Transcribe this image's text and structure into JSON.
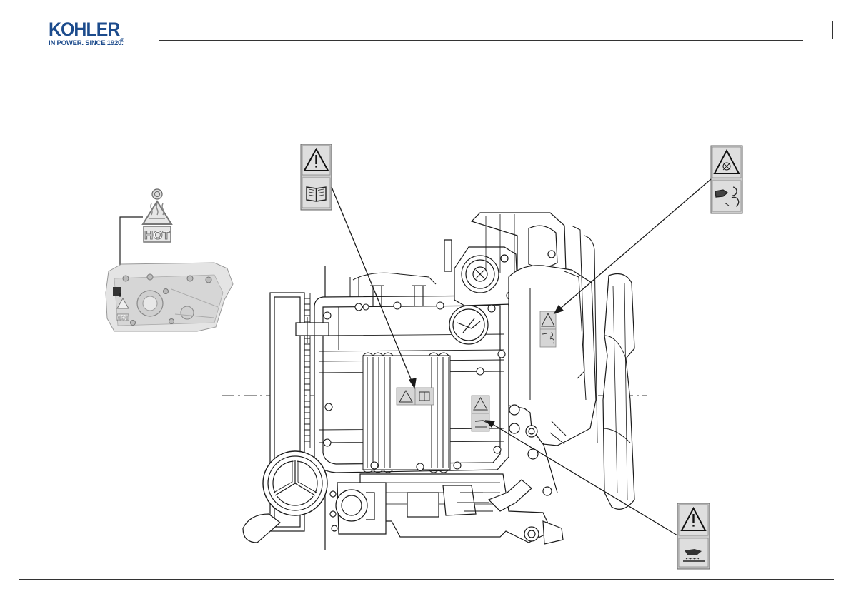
{
  "brand": {
    "name": "KOHLER",
    "tagline": "IN POWER. SINCE 1920.",
    "color": "#1c4b8c"
  },
  "page_number": "",
  "labels": {
    "hot_label": "HOT",
    "hot_label_small": "HOT"
  },
  "icons": {
    "warning": "warning-triangle-icon",
    "manual": "read-manual-book-icon",
    "fan": "rotating-fan-hazard-icon",
    "hand_fan": "hand-injury-fan-icon",
    "hot": "hot-surface-icon",
    "hand_liquid": "hand-caustic-liquid-icon"
  },
  "colors": {
    "label_fill": "#dcdcdc",
    "line": "#1a1a1a"
  }
}
